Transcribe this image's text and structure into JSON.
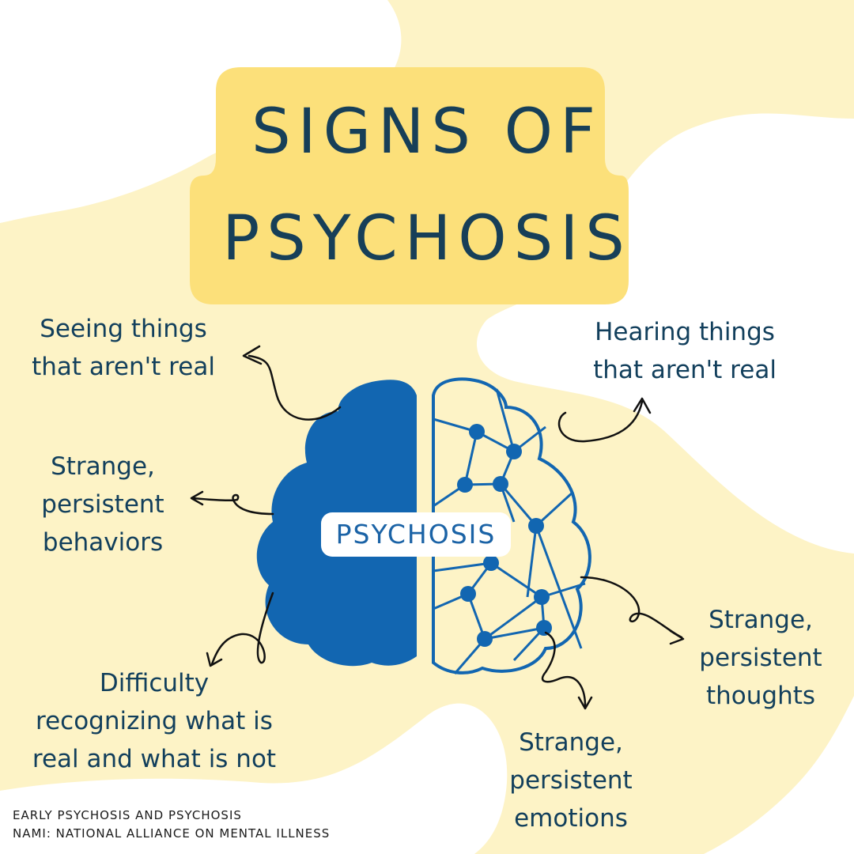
{
  "title": {
    "line1": "SIGNS OF",
    "line2": "PSYCHOSIS"
  },
  "brain": {
    "label": "PSYCHOSIS"
  },
  "signs": {
    "seeing": {
      "line1": "Seeing things",
      "line2": "that aren't real"
    },
    "hearing": {
      "line1": "Hearing things",
      "line2": "that aren't real"
    },
    "behaviors": {
      "line1": "Strange,",
      "line2": "persistent",
      "line3": "behaviors"
    },
    "thoughts": {
      "line1": "Strange,",
      "line2": "persistent",
      "line3": "thoughts"
    },
    "emotions": {
      "line1": "Strange,",
      "line2": "persistent",
      "line3": "emotions"
    },
    "reality": {
      "line1": "Difficulty",
      "line2": "recognizing what is",
      "line3": "real and what is not"
    }
  },
  "source": {
    "line1": "EARLY PSYCHOSIS AND PSYCHOSIS",
    "line2": "NAMI: NATIONAL ALLIANCE ON MENTAL ILLNESS"
  },
  "colors": {
    "background": "#fdf3c6",
    "title_plate": "#fce07a",
    "brain_blue": "#1266b1",
    "text_navy": "#123f5c",
    "arrow": "#111111",
    "blob_white": "#ffffff"
  }
}
